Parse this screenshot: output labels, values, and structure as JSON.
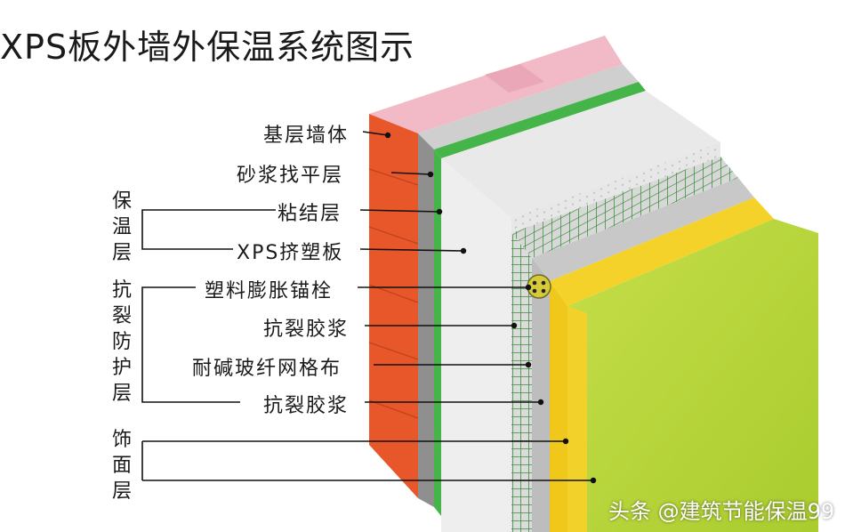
{
  "title": "XPS板外墙外保温系统图示",
  "labels": {
    "base_wall": "基层墙体",
    "mortar_leveling": "砂浆找平层",
    "adhesive_layer": "粘结层",
    "xps_board": "XPS挤塑板",
    "anchor": "塑料膨胀锚栓",
    "crack_mortar_1": "抗裂胶浆",
    "fiberglass_mesh": "耐碱玻纤网格布",
    "crack_mortar_2": "抗裂胶浆"
  },
  "groups": {
    "insulation": "保温层",
    "crack_protection": "抗裂防护层",
    "finish": "饰面层"
  },
  "watermark": "头条 @建筑节能保温99",
  "colors": {
    "brick": "#e8572a",
    "wall_top": "#f2b9c7",
    "mortar": "#9a9a9a",
    "adhesive": "#46b549",
    "xps": "#ececec",
    "mesh": "#3a8f3a",
    "yellow": "#f5d22a",
    "finish": "#b9d63a"
  }
}
